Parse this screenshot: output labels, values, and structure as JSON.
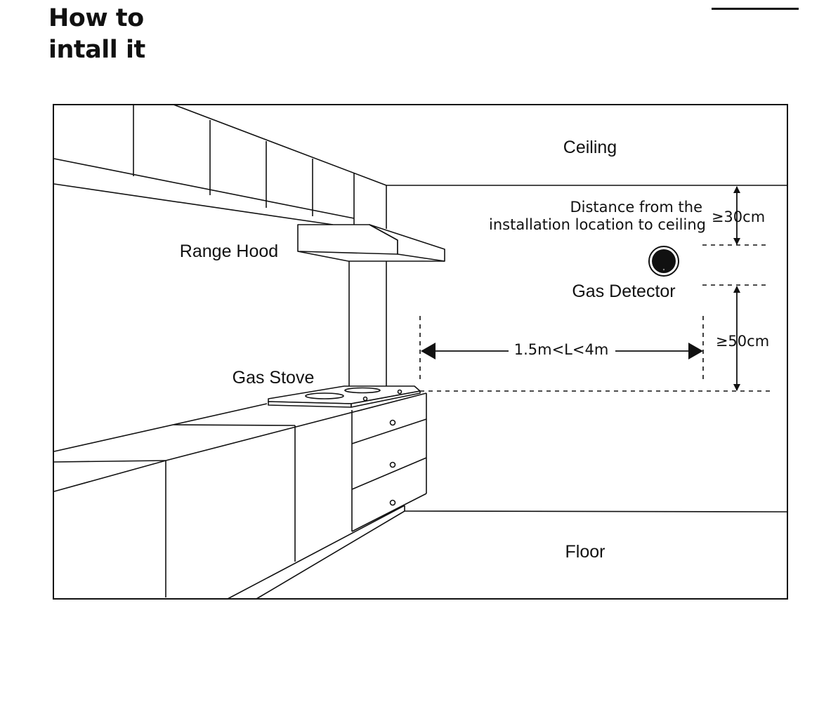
{
  "header": {
    "title_line1": "How to",
    "title_line2": "intall it"
  },
  "diagram": {
    "labels": {
      "ceiling": "Ceiling",
      "floor": "Floor",
      "range_hood": "Range Hood",
      "gas_stove": "Gas Stove",
      "gas_detector": "Gas Detector",
      "distance_line1": "Distance from the",
      "distance_line2": "installation location to ceiling",
      "ceiling_distance": "≥30cm",
      "stove_height": "≥50cm",
      "horizontal_range": "1.5m<L<4m"
    }
  }
}
